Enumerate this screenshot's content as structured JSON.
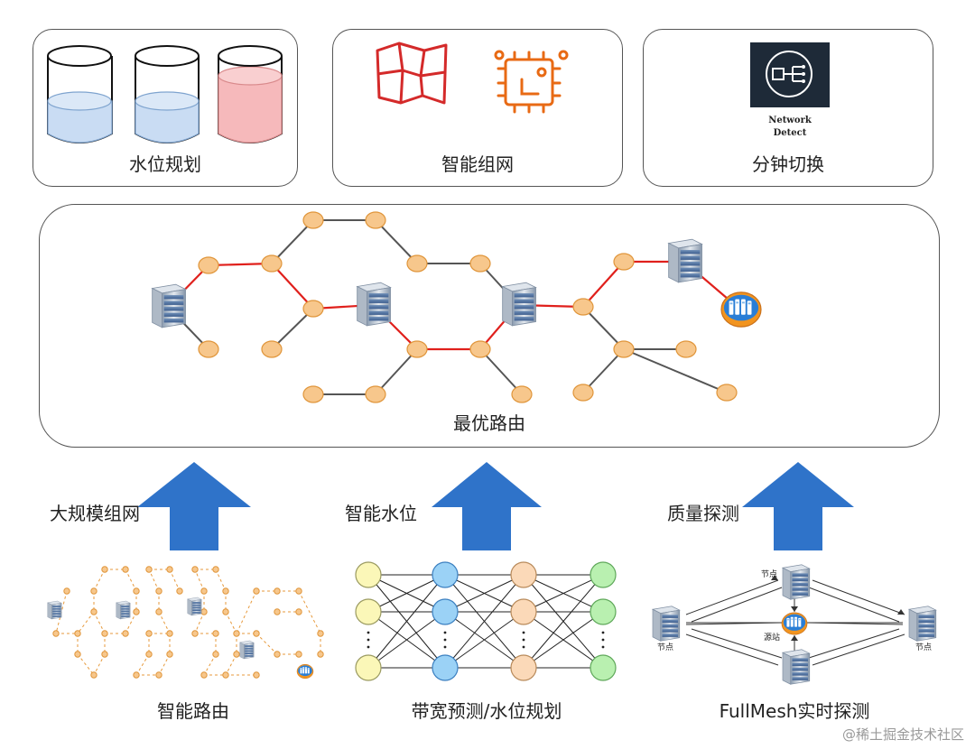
{
  "top_panels": [
    {
      "id": "water",
      "label": "水位规划"
    },
    {
      "id": "network",
      "label": "智能组网"
    },
    {
      "id": "switch",
      "label": "分钟切换",
      "icon_caption_line1": "Network",
      "icon_caption_line2": "Detect"
    }
  ],
  "main_panel": {
    "label": "最优路由"
  },
  "pillars": [
    {
      "id": "large-scale",
      "arrow_label": "大规模组网",
      "caption": "智能路由"
    },
    {
      "id": "smart-water",
      "arrow_label": "智能水位",
      "caption": "带宽预测/水位规划"
    },
    {
      "id": "quality",
      "arrow_label": "质量探测",
      "caption": "FullMesh实时探测"
    }
  ],
  "mesh_labels": {
    "node": "节点",
    "source": "源站"
  },
  "watermark": "@稀土掘金技术社区",
  "colors": {
    "route_red": "#e0201c",
    "node_fill": "#f7c78c",
    "node_stroke": "#e0953a",
    "arrow_blue": "#2f73c9",
    "water_blue": "#c9dcf3",
    "water_red": "#f6b9bb"
  }
}
